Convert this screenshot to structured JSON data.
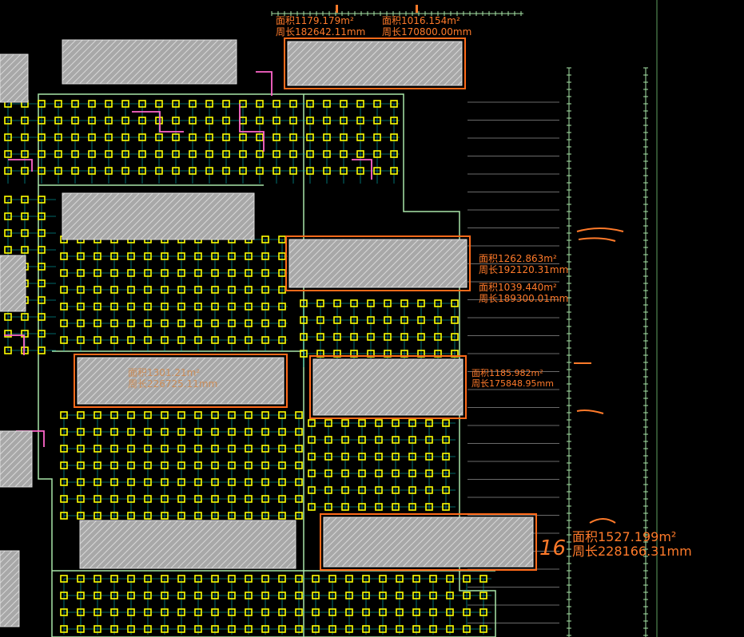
{
  "app": {
    "title": "CAD basement parking plan"
  },
  "area_labels": [
    {
      "id": "top-left",
      "area": "面积1179.179m²",
      "perimeter": "周长182642.11mm"
    },
    {
      "id": "top-right",
      "area": "面积1016.154m²",
      "perimeter": "周长170800.00mm"
    },
    {
      "id": "mid-right-1",
      "area": "面积1262.863m²",
      "perimeter": "周长192120.31mm"
    },
    {
      "id": "mid-right-2",
      "area": "面积1039.440m²",
      "perimeter": "周长189300.01mm"
    },
    {
      "id": "mid-left",
      "area": "面积1301.21m²",
      "perimeter": "周长226725.11mm"
    },
    {
      "id": "right-lower",
      "area": "面积1185.982m²",
      "perimeter": "周长175848.95mm"
    },
    {
      "id": "bottom-right",
      "area": "面积1527.199m²",
      "perimeter": "周长228166.31mm"
    }
  ],
  "handwritten_mark": "16",
  "colors": {
    "background": "#000000",
    "column": "#ffff00",
    "grid": "#00c8c8",
    "building_fill": "#b4b4b4",
    "outline": "#ff6a1a",
    "pipe": "#ff66cc",
    "axis": "#a8e6a8"
  }
}
